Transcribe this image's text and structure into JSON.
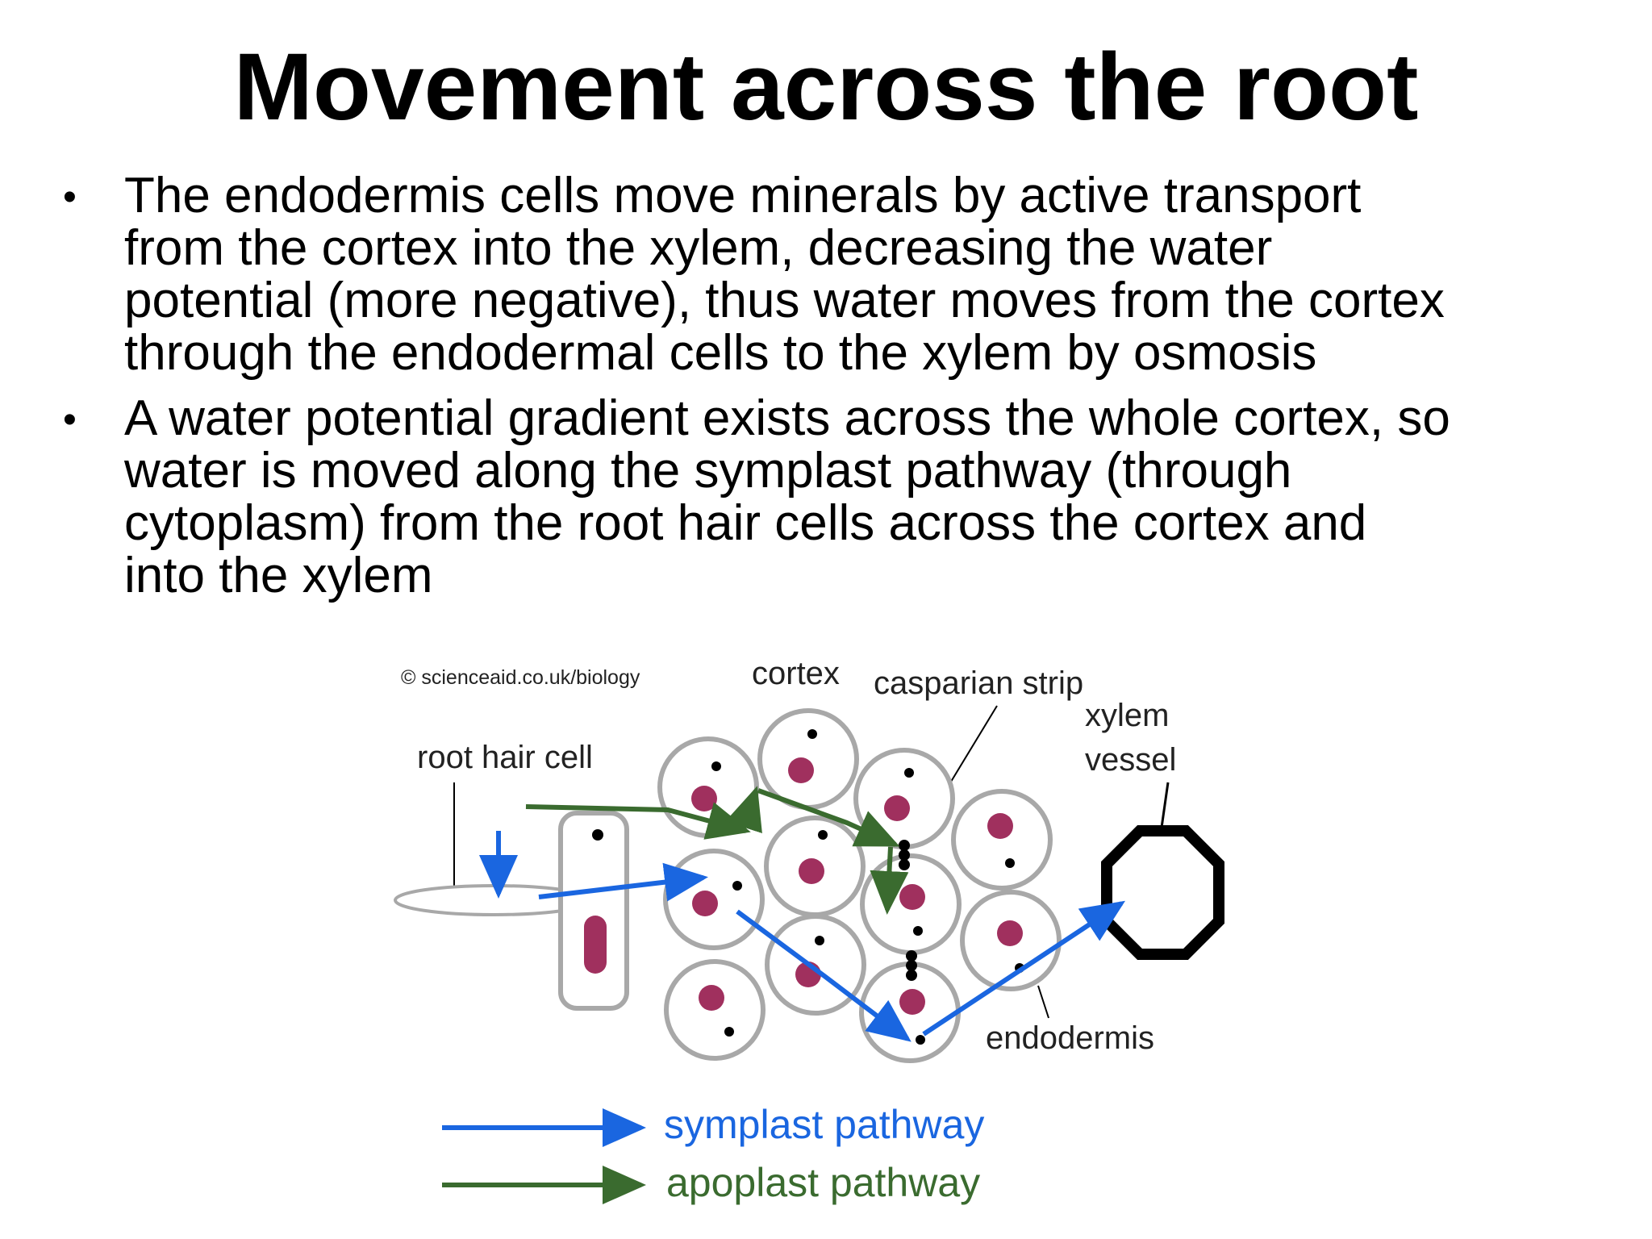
{
  "slide": {
    "title": "Movement across the root",
    "bullets": [
      {
        "lines": [
          "The endodermis cells move minerals by active transport",
          "from the cortex into the xylem, decreasing the water",
          "potential (more negative), thus water moves from the cortex",
          "through the endodermal cells to the xylem by osmosis"
        ]
      },
      {
        "lines": [
          "A water potential gradient exists across the whole cortex, so",
          "water is moved along the symplast pathway (through",
          "cytoplasm) from the root hair cells across the cortex and",
          "into the xylem"
        ]
      }
    ]
  },
  "diagram": {
    "copyright": "© scienceaid.co.uk/biology",
    "labels": {
      "root_hair_cell": "root hair cell",
      "cortex": "cortex",
      "casparian_strip": "casparian strip",
      "xylem_line1": "xylem",
      "xylem_line2": "vessel",
      "endodermis": "endodermis"
    },
    "legend": {
      "symplast": "symplast pathway",
      "apoplast": "apoplast pathway"
    },
    "colors": {
      "symplast": "#1a66e0",
      "apoplast": "#3a6b2f",
      "nucleus": "#a0305e",
      "cell_wall": "#a8a8a8",
      "xylem": "#000000"
    }
  }
}
